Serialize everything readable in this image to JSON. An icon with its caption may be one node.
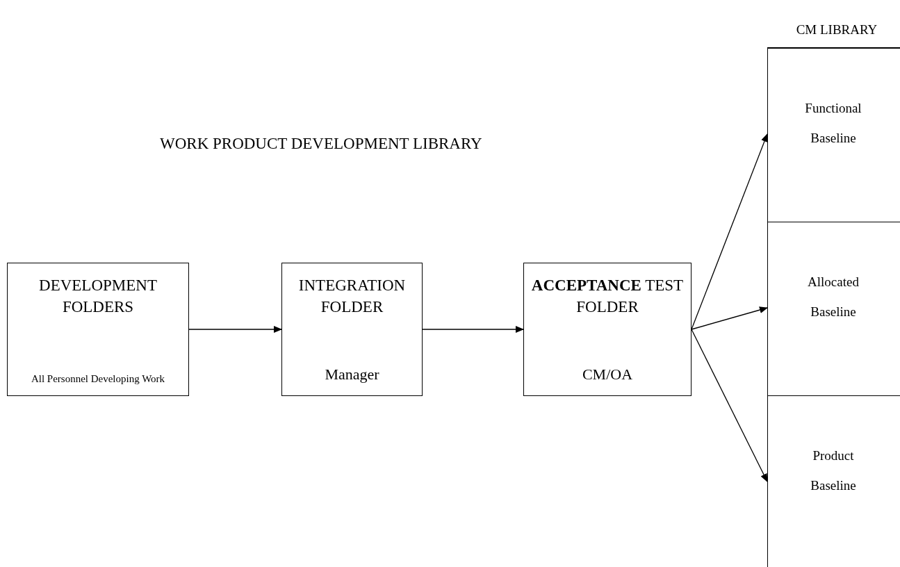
{
  "diagram": {
    "title": "WORK PRODUCT DEVELOPMENT LIBRARY",
    "nodes": [
      {
        "text": [
          "DEVELOPMENT FOLDERS",
          "All Personnel Developing Work"
        ]
      },
      {
        "text": [
          "INTEGRATION FOLDER",
          "Manager"
        ]
      },
      {
        "text": [
          "**ACCEPTANCE** TEST FOLDER",
          "CM/OA"
        ]
      },
      {
        "text": [
          "CM LIBRARY"
        ]
      },
      {
        "text": [
          "Functional Baseline"
        ],
        "in": 3
      },
      {
        "text": [
          "Allocated Baseline"
        ],
        "in": 3
      },
      {
        "text": [
          "Product Baseline"
        ],
        "in": 3
      }
    ],
    "edges": [
      {
        "from": 0,
        "to": 1,
        "arrow": "to"
      },
      {
        "from": 1,
        "to": 2,
        "arrow": "to"
      },
      {
        "from": 2,
        "to": 4,
        "arrow": "to"
      },
      {
        "from": 2,
        "to": 5,
        "arrow": "to"
      },
      {
        "from": 2,
        "to": 6,
        "arrow": "to"
      }
    ]
  }
}
